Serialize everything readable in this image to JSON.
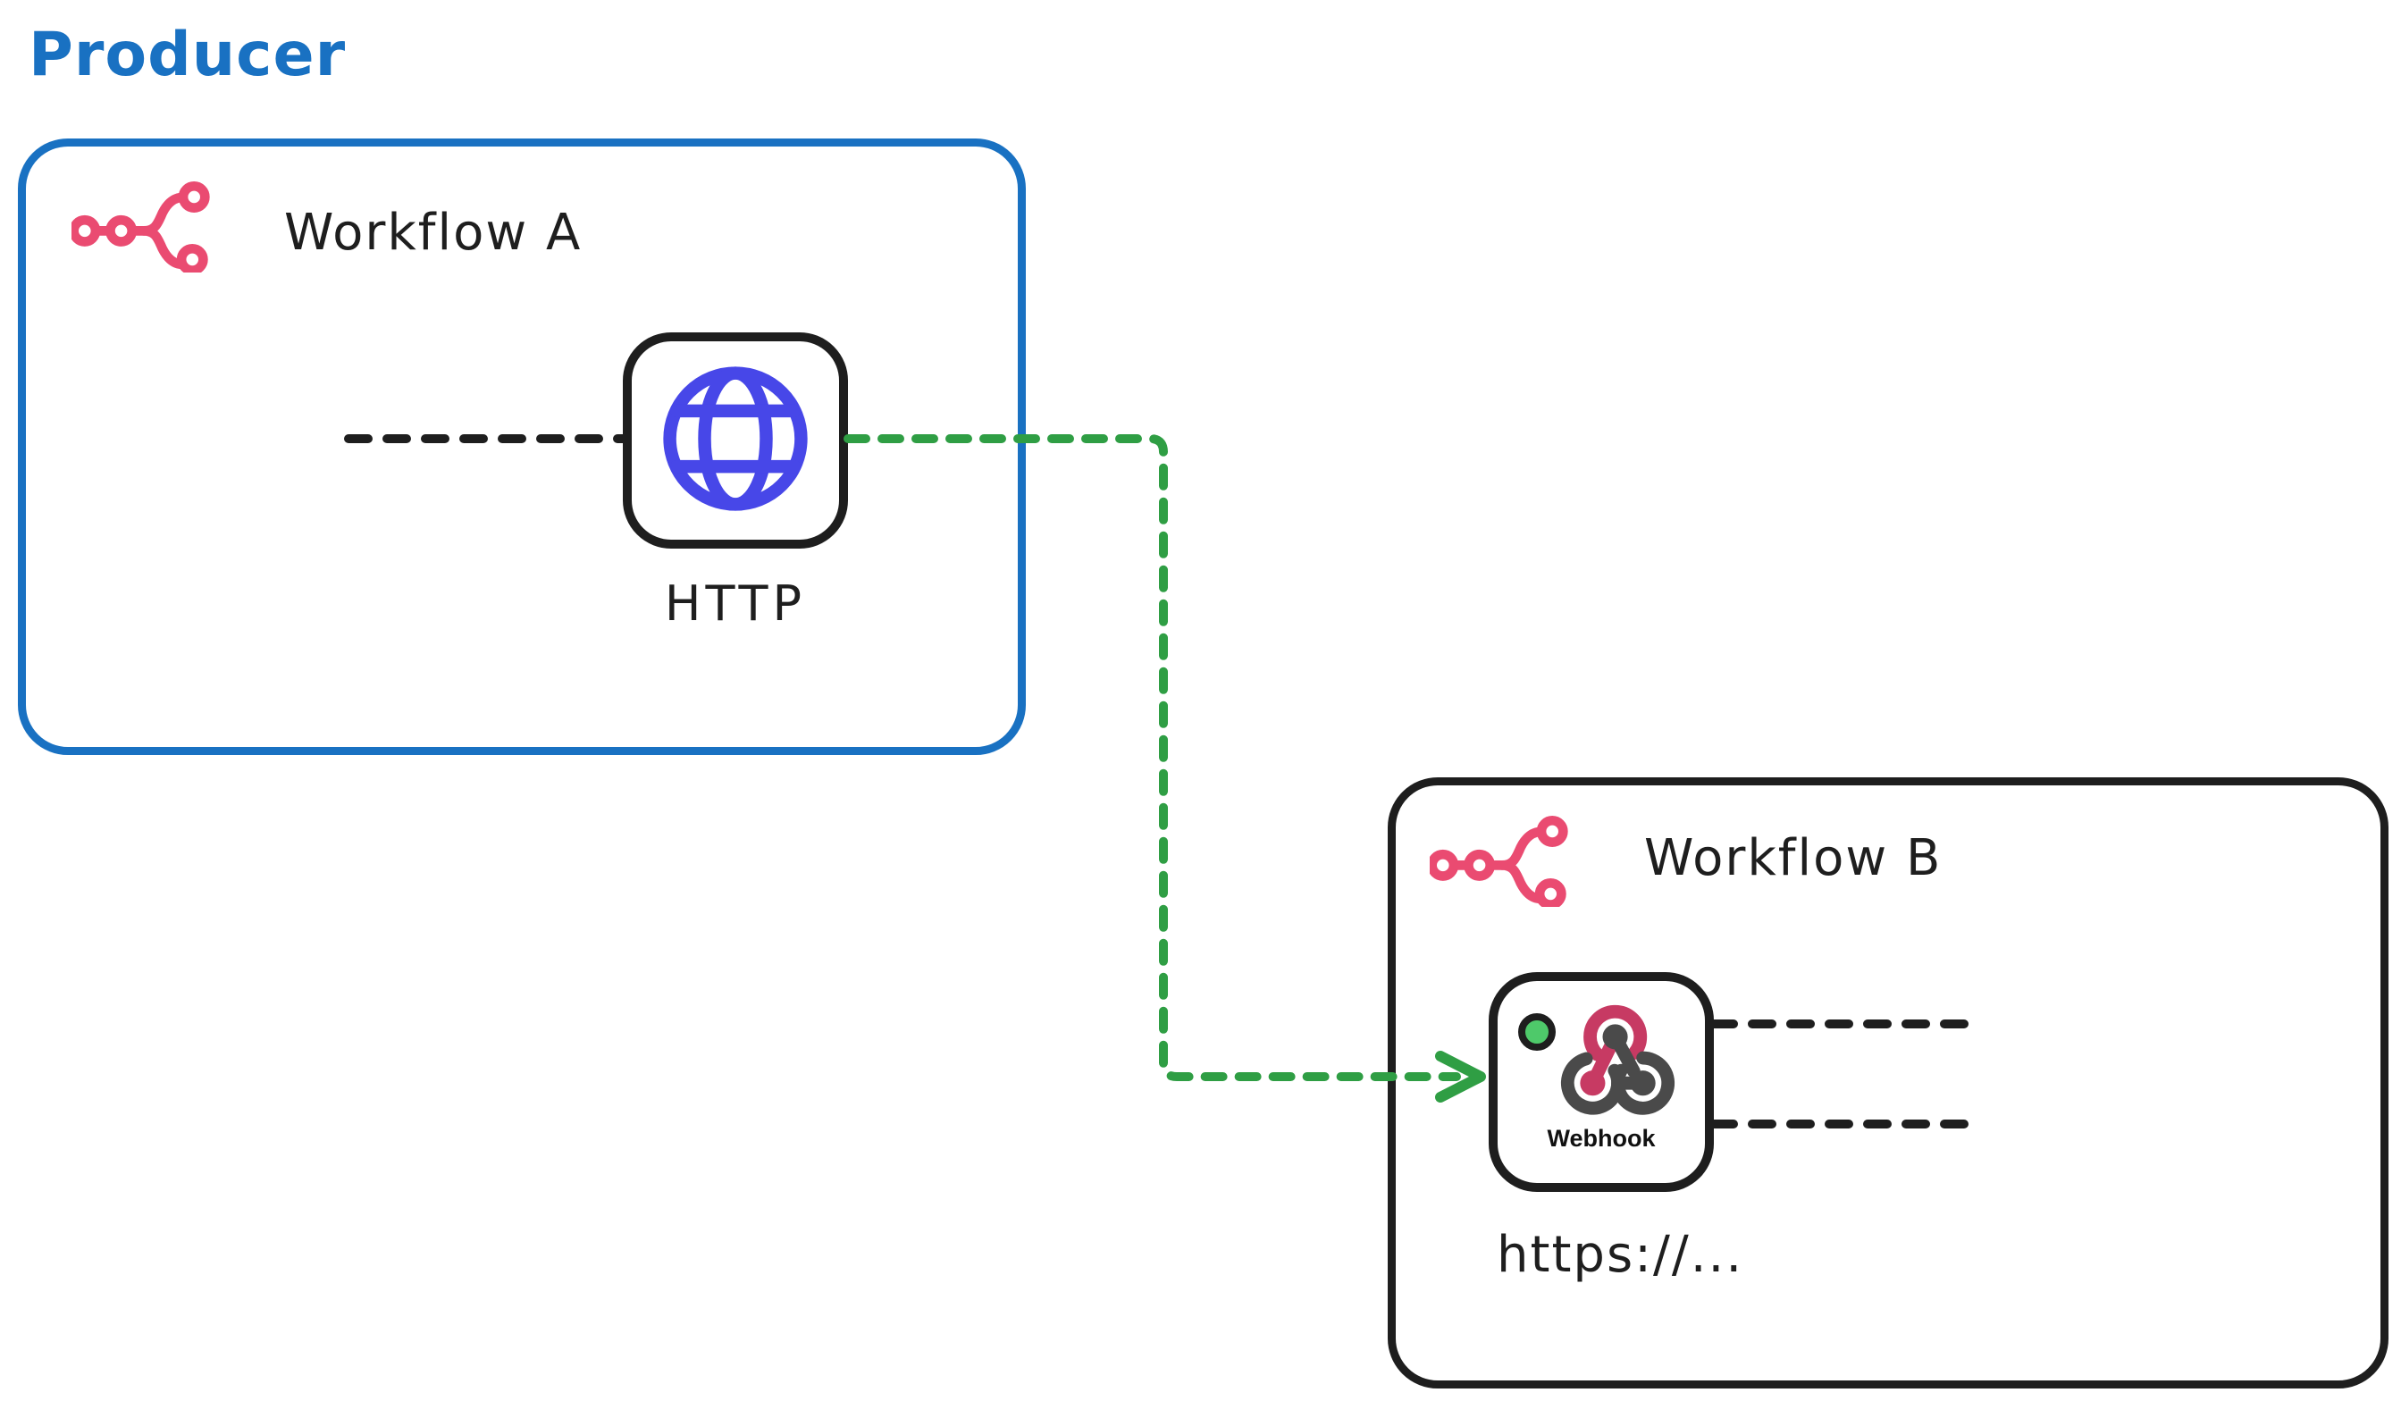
{
  "diagram": {
    "producer_label": "Producer",
    "workflow_a": {
      "title": "Workflow A",
      "node_label": "HTTP"
    },
    "workflow_b": {
      "title": "Workflow B",
      "node_label": "Webhook",
      "url_text": "https://..."
    },
    "connection": {
      "from": "HTTP",
      "to": "Webhook",
      "style": "dashed-arrow"
    }
  },
  "colors": {
    "background": "#ffffff",
    "ink_black": "#1e1e1e",
    "accent_blue": "#1971c2",
    "connector_green": "#2f9e44",
    "n8n_pink": "#ea4b71",
    "globe_blue": "#4747e8",
    "webhook_crimson": "#c73a63",
    "webhook_gray": "#4a4a4a",
    "status_dot_green": "#4ec96a"
  }
}
